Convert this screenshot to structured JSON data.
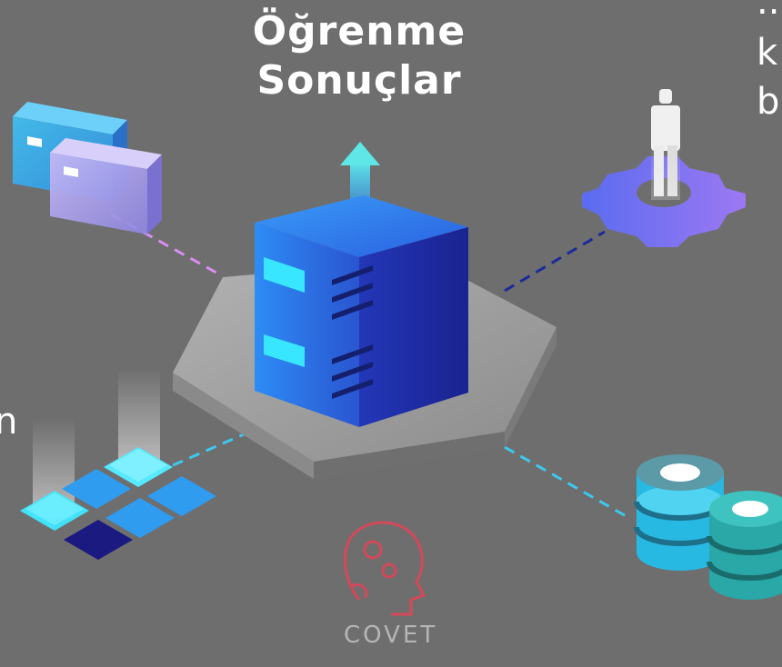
{
  "title": {
    "line1": "Öğrenme",
    "line2": "Sonuçlar"
  },
  "right_text": {
    "line1": "...",
    "line2": "k",
    "line3": "b"
  },
  "left_text": {
    "fragment": "n"
  },
  "logo": {
    "text": "COVET"
  },
  "colors": {
    "background": "#6e6e6e",
    "platform": "#9a9a9a",
    "server_light": "#2f7df0",
    "server_dark": "#1e2fa8",
    "screen": "#38e6ff",
    "arrow": "#4fd8e6",
    "gear": "#6f7cf3",
    "db_blue": "#27b9e2",
    "db_teal": "#2aa7a7",
    "link_pink": "#d98ef0",
    "link_navy": "#1b2a9a",
    "link_cyan": "#3ec8ee",
    "logo": "#d4495a"
  },
  "icons": [
    "server-rack-icon",
    "upload-arrow-icon",
    "folder-blocks-icon",
    "user-gear-icon",
    "chip-grid-icon",
    "database-stack-icon",
    "brain-gear-logo-icon"
  ]
}
